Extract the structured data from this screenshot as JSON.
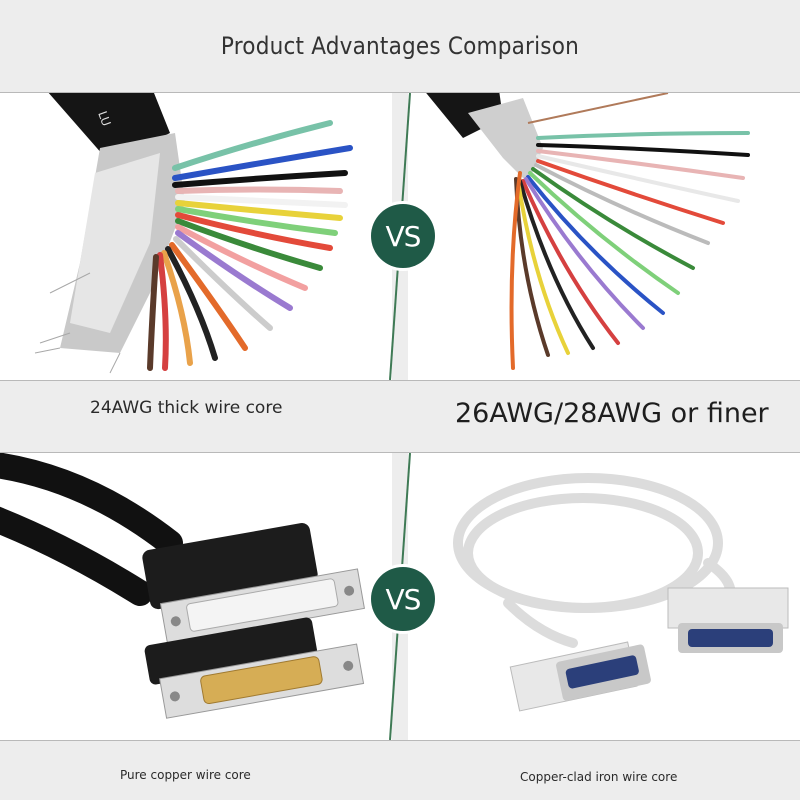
{
  "header": {
    "title": "Product Advantages Comparison"
  },
  "top_comparison": {
    "left_caption": "24AWG thick wire core",
    "right_caption": "26AWG/28AWG or finer",
    "badge": "VS",
    "cable_marking": "LU"
  },
  "bottom_comparison": {
    "left_caption": "Pure copper wire core",
    "right_caption": "Copper-clad iron wire core",
    "badge": "VS"
  },
  "colors": {
    "badge": "#1f5a47",
    "divider": "#3f7a55",
    "band": "#ededed"
  },
  "icons": [
    "cable-stripped-thick-icon",
    "cable-stripped-thin-icon",
    "db25-black-cable-icon",
    "db25-white-cable-icon"
  ]
}
